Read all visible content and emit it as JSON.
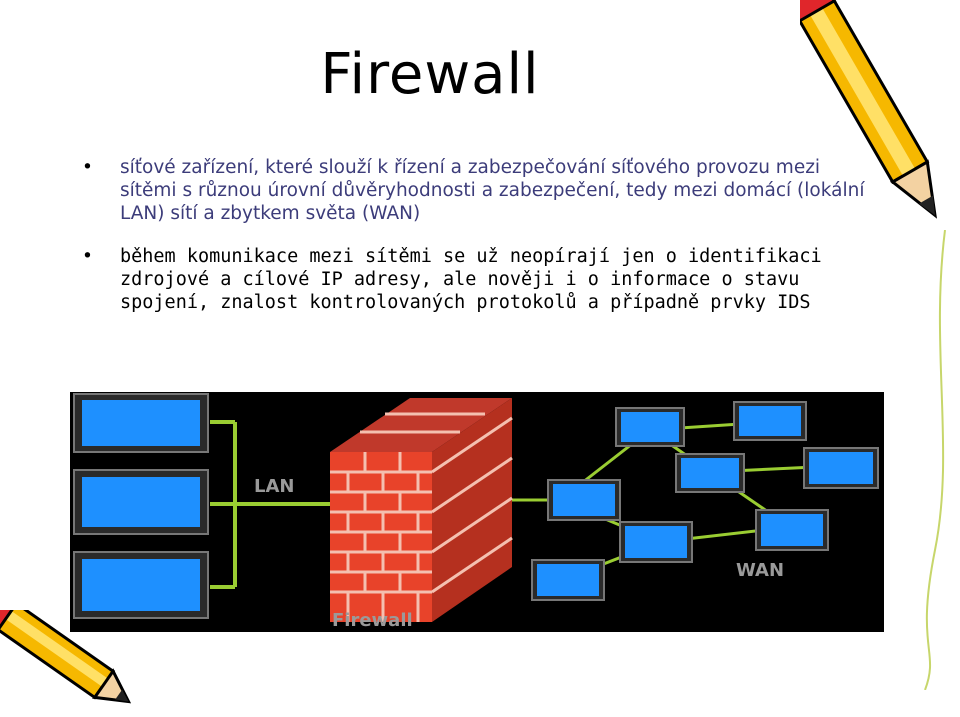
{
  "slide": {
    "title": "Firewall",
    "bullets": [
      "síťové zařízení, které slouží k řízení a zabezpečování síťového provozu mezi sítěmi s různou úrovní důvěryhodnosti a zabezpečení, tedy mezi domácí (lokální LAN) sítí a zbytkem světa (WAN)",
      "během komunikace mezi sítěmi se už neopírají jen o identifikaci zdrojové a cílové IP adresy, ale nověji i o informace o stavu spojení, znalost kontrolovaných protokolů a případně prvky IDS"
    ]
  },
  "diagram": {
    "lan_label": "LAN",
    "wan_label": "WAN",
    "firewall_label": "Firewall",
    "colors": {
      "background": "#000000",
      "link": "#9acd32",
      "screen": "#1e90ff",
      "brick": "#e8432a",
      "mortar": "#f4c0b0"
    }
  },
  "decorations": {
    "pencils": [
      "pencil-top-right-icon",
      "pencil-bottom-left-icon"
    ]
  }
}
